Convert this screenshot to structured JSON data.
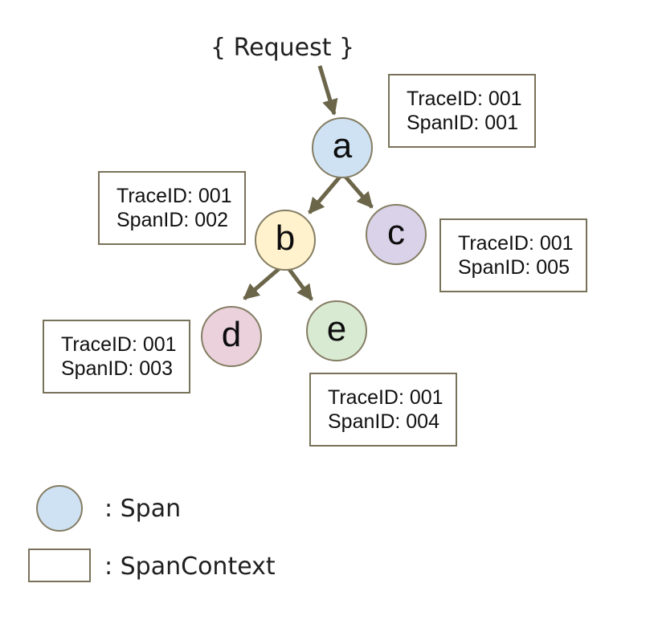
{
  "request_label": "{ Request }",
  "nodes": [
    {
      "id": "a",
      "label": "a",
      "fill": "#cfe2f3"
    },
    {
      "id": "b",
      "label": "b",
      "fill": "#fff2cc"
    },
    {
      "id": "c",
      "label": "c",
      "fill": "#d9d2e9"
    },
    {
      "id": "d",
      "label": "d",
      "fill": "#ead1dc"
    },
    {
      "id": "e",
      "label": "e",
      "fill": "#d9ead3"
    }
  ],
  "span_contexts": [
    {
      "node": "a",
      "trace_id": "TraceID: 001",
      "span_id": "SpanID: 001"
    },
    {
      "node": "b",
      "trace_id": "TraceID: 001",
      "span_id": "SpanID: 002"
    },
    {
      "node": "c",
      "trace_id": "TraceID: 001",
      "span_id": "SpanID: 005"
    },
    {
      "node": "d",
      "trace_id": "TraceID: 001",
      "span_id": "SpanID: 003"
    },
    {
      "node": "e",
      "trace_id": "TraceID: 001",
      "span_id": "SpanID: 004"
    }
  ],
  "edges": [
    {
      "from": "request",
      "to": "a"
    },
    {
      "from": "a",
      "to": "b"
    },
    {
      "from": "a",
      "to": "c"
    },
    {
      "from": "b",
      "to": "d"
    },
    {
      "from": "b",
      "to": "e"
    }
  ],
  "legend": [
    {
      "symbol": "circle",
      "label": ": Span"
    },
    {
      "symbol": "rectangle",
      "label": ": SpanContext"
    }
  ],
  "colors": {
    "arrow": "#6b654a",
    "node_outline": "#847d63",
    "box_outline": "#79725a",
    "text": "#1f1f1f"
  }
}
